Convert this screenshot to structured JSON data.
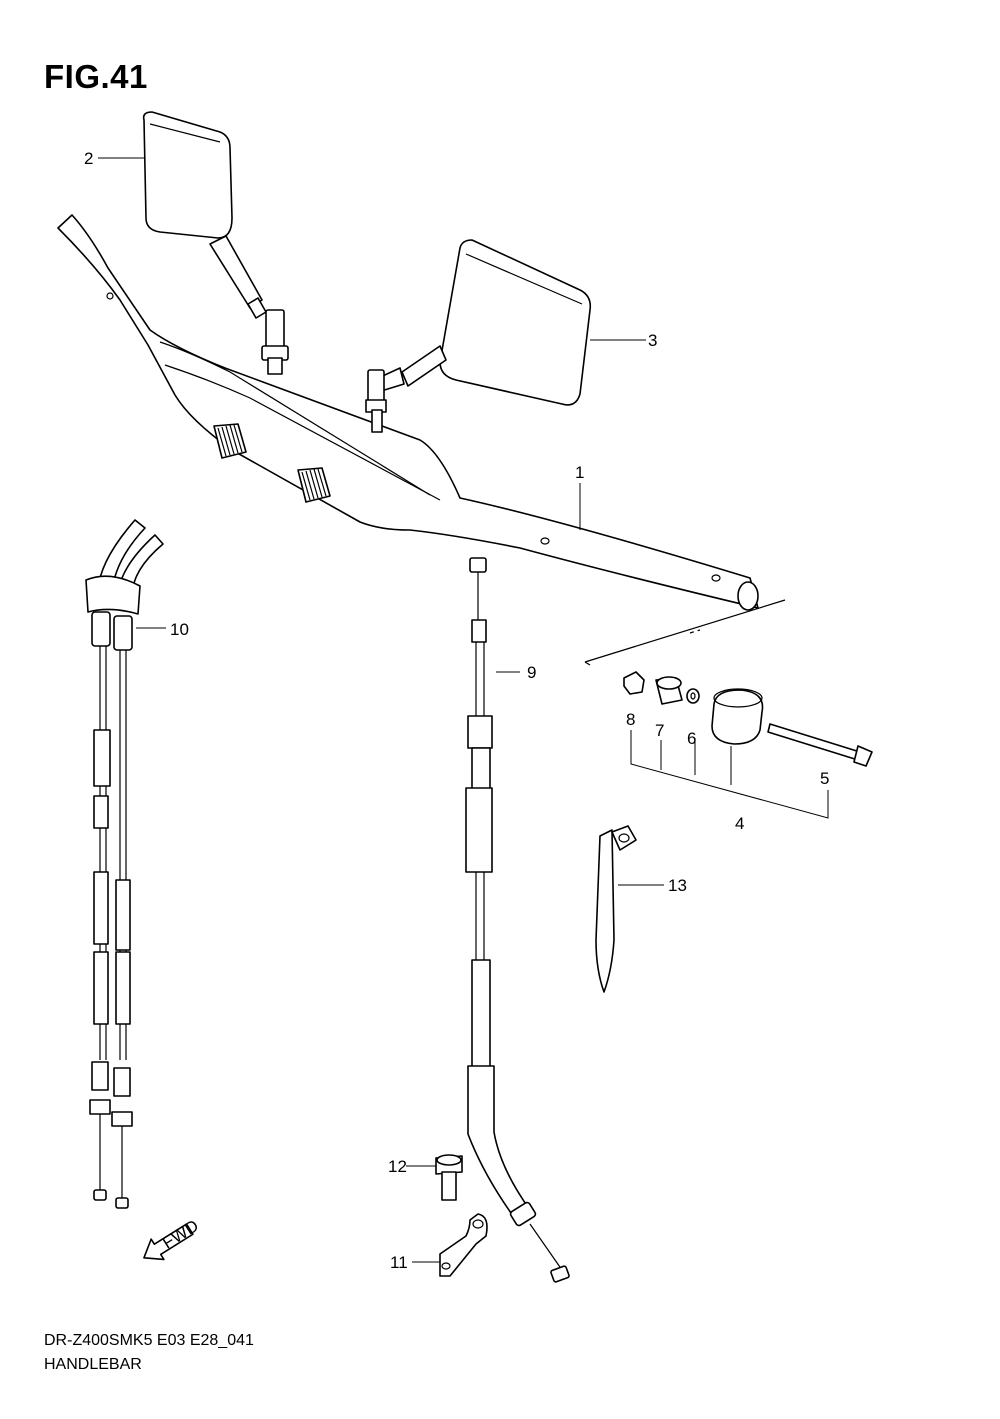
{
  "figure": {
    "title": "FIG.41"
  },
  "footer": {
    "model_code": "DR-Z400SMK5 E03 E28_041",
    "section_name": "HANDLEBAR"
  },
  "fwd_arrow": {
    "label": "FWD",
    "icon": "fwd-arrow-icon"
  },
  "parts": [
    {
      "no": "1"
    },
    {
      "no": "2"
    },
    {
      "no": "3"
    },
    {
      "no": "4"
    },
    {
      "no": "5"
    },
    {
      "no": "6"
    },
    {
      "no": "7"
    },
    {
      "no": "8"
    },
    {
      "no": "9"
    },
    {
      "no": "10"
    },
    {
      "no": "11"
    },
    {
      "no": "12"
    },
    {
      "no": "13"
    }
  ]
}
